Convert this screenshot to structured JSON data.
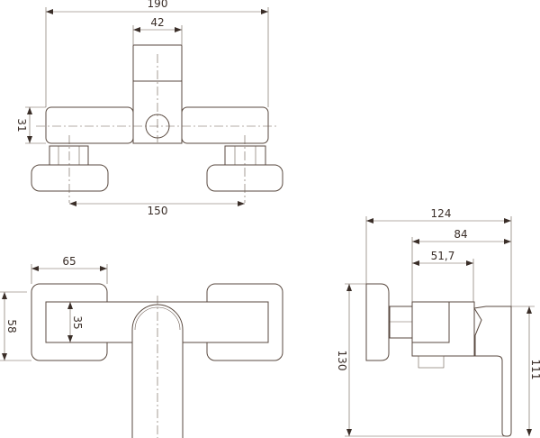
{
  "dimensions": {
    "top_view": {
      "overall_width": "190",
      "center_block_width": "42",
      "bar_height": "31",
      "inlet_spacing": "150"
    },
    "front_view": {
      "plate_width": "65",
      "plate_height": "58",
      "bar_height": "35"
    },
    "side_view": {
      "overall_depth": "124",
      "body_depth": "84",
      "body_offset": "51,7",
      "overall_height": "130",
      "lever_height": "111"
    }
  },
  "colors": {
    "line": "#5a4a40",
    "text": "#3a2e28"
  }
}
